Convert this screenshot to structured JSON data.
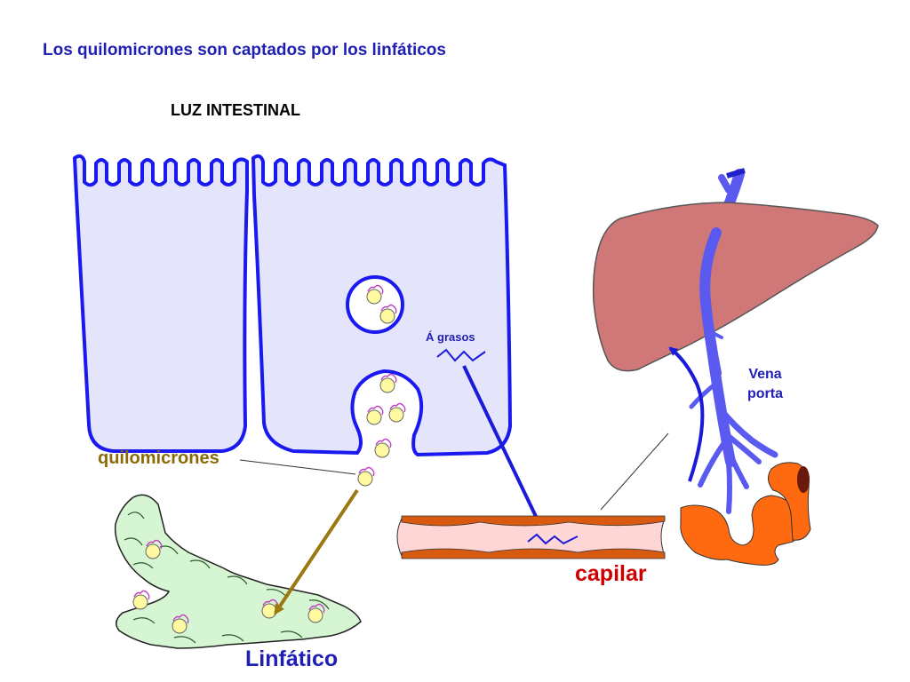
{
  "title": "Los quilomicrones son captados por los linfáticos",
  "labels": {
    "luz_intestinal": "LUZ INTESTINAL",
    "acidos_grasos": "Á grasos",
    "vena_porta": "Vena porta",
    "quilomicrones": "quilomicrones",
    "capilar": "capilar",
    "linfatico": "Linfático"
  },
  "colors": {
    "cell_outline": "#1a1af0",
    "cell_fill": "#e4e4fa",
    "liver": "#d07878",
    "vessel_blue": "#5a5af0",
    "intestine": "#ff6a10",
    "capillary_fill": "#ffd6d6",
    "capillary_edge": "#d85a10",
    "lymph_fill": "#d6f5d2",
    "chylomicron": "#fffaa0",
    "chylomicron_ring": "#c040c0",
    "arrow_blue": "#1a1ad8",
    "arrow_brown": "#9a7a10",
    "title_text": "#1f1fb4"
  }
}
